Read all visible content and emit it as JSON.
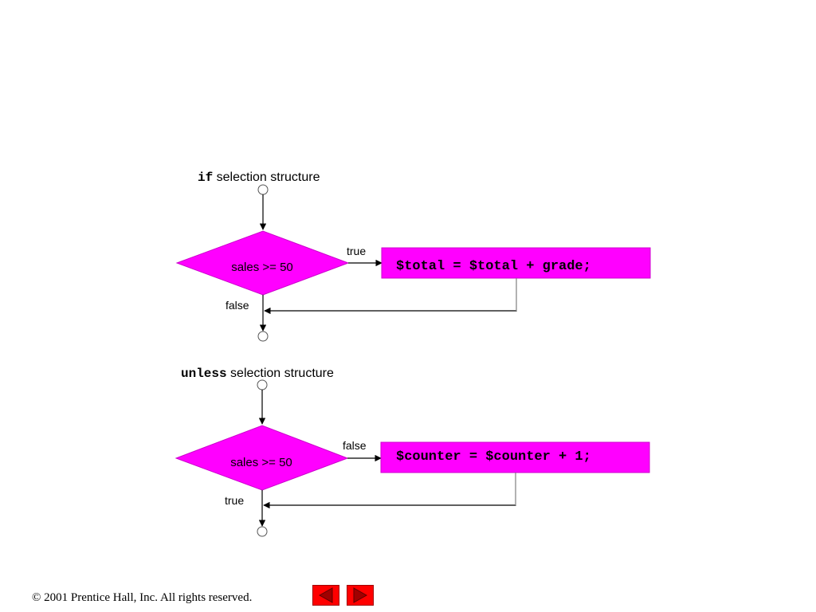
{
  "if_structure": {
    "keyword": "if",
    "title_rest": " selection structure",
    "condition": "sales >= 50",
    "action": "$total = $total + grade;",
    "branch_action_label": "true",
    "branch_skip_label": "false"
  },
  "unless_structure": {
    "keyword": "unless",
    "title_rest": " selection structure",
    "condition": "sales >= 50",
    "action": "$counter = $counter + 1;",
    "branch_action_label": "false",
    "branch_skip_label": "true"
  },
  "footer": {
    "copyright": "© 2001 Prentice Hall, Inc.  All rights reserved."
  },
  "nav": {
    "prev_icon": "triangle-left-icon",
    "next_icon": "triangle-right-icon"
  },
  "colors": {
    "shape_fill": "#ff00ff",
    "nav_button": "#ff0000",
    "line": "#000000"
  }
}
